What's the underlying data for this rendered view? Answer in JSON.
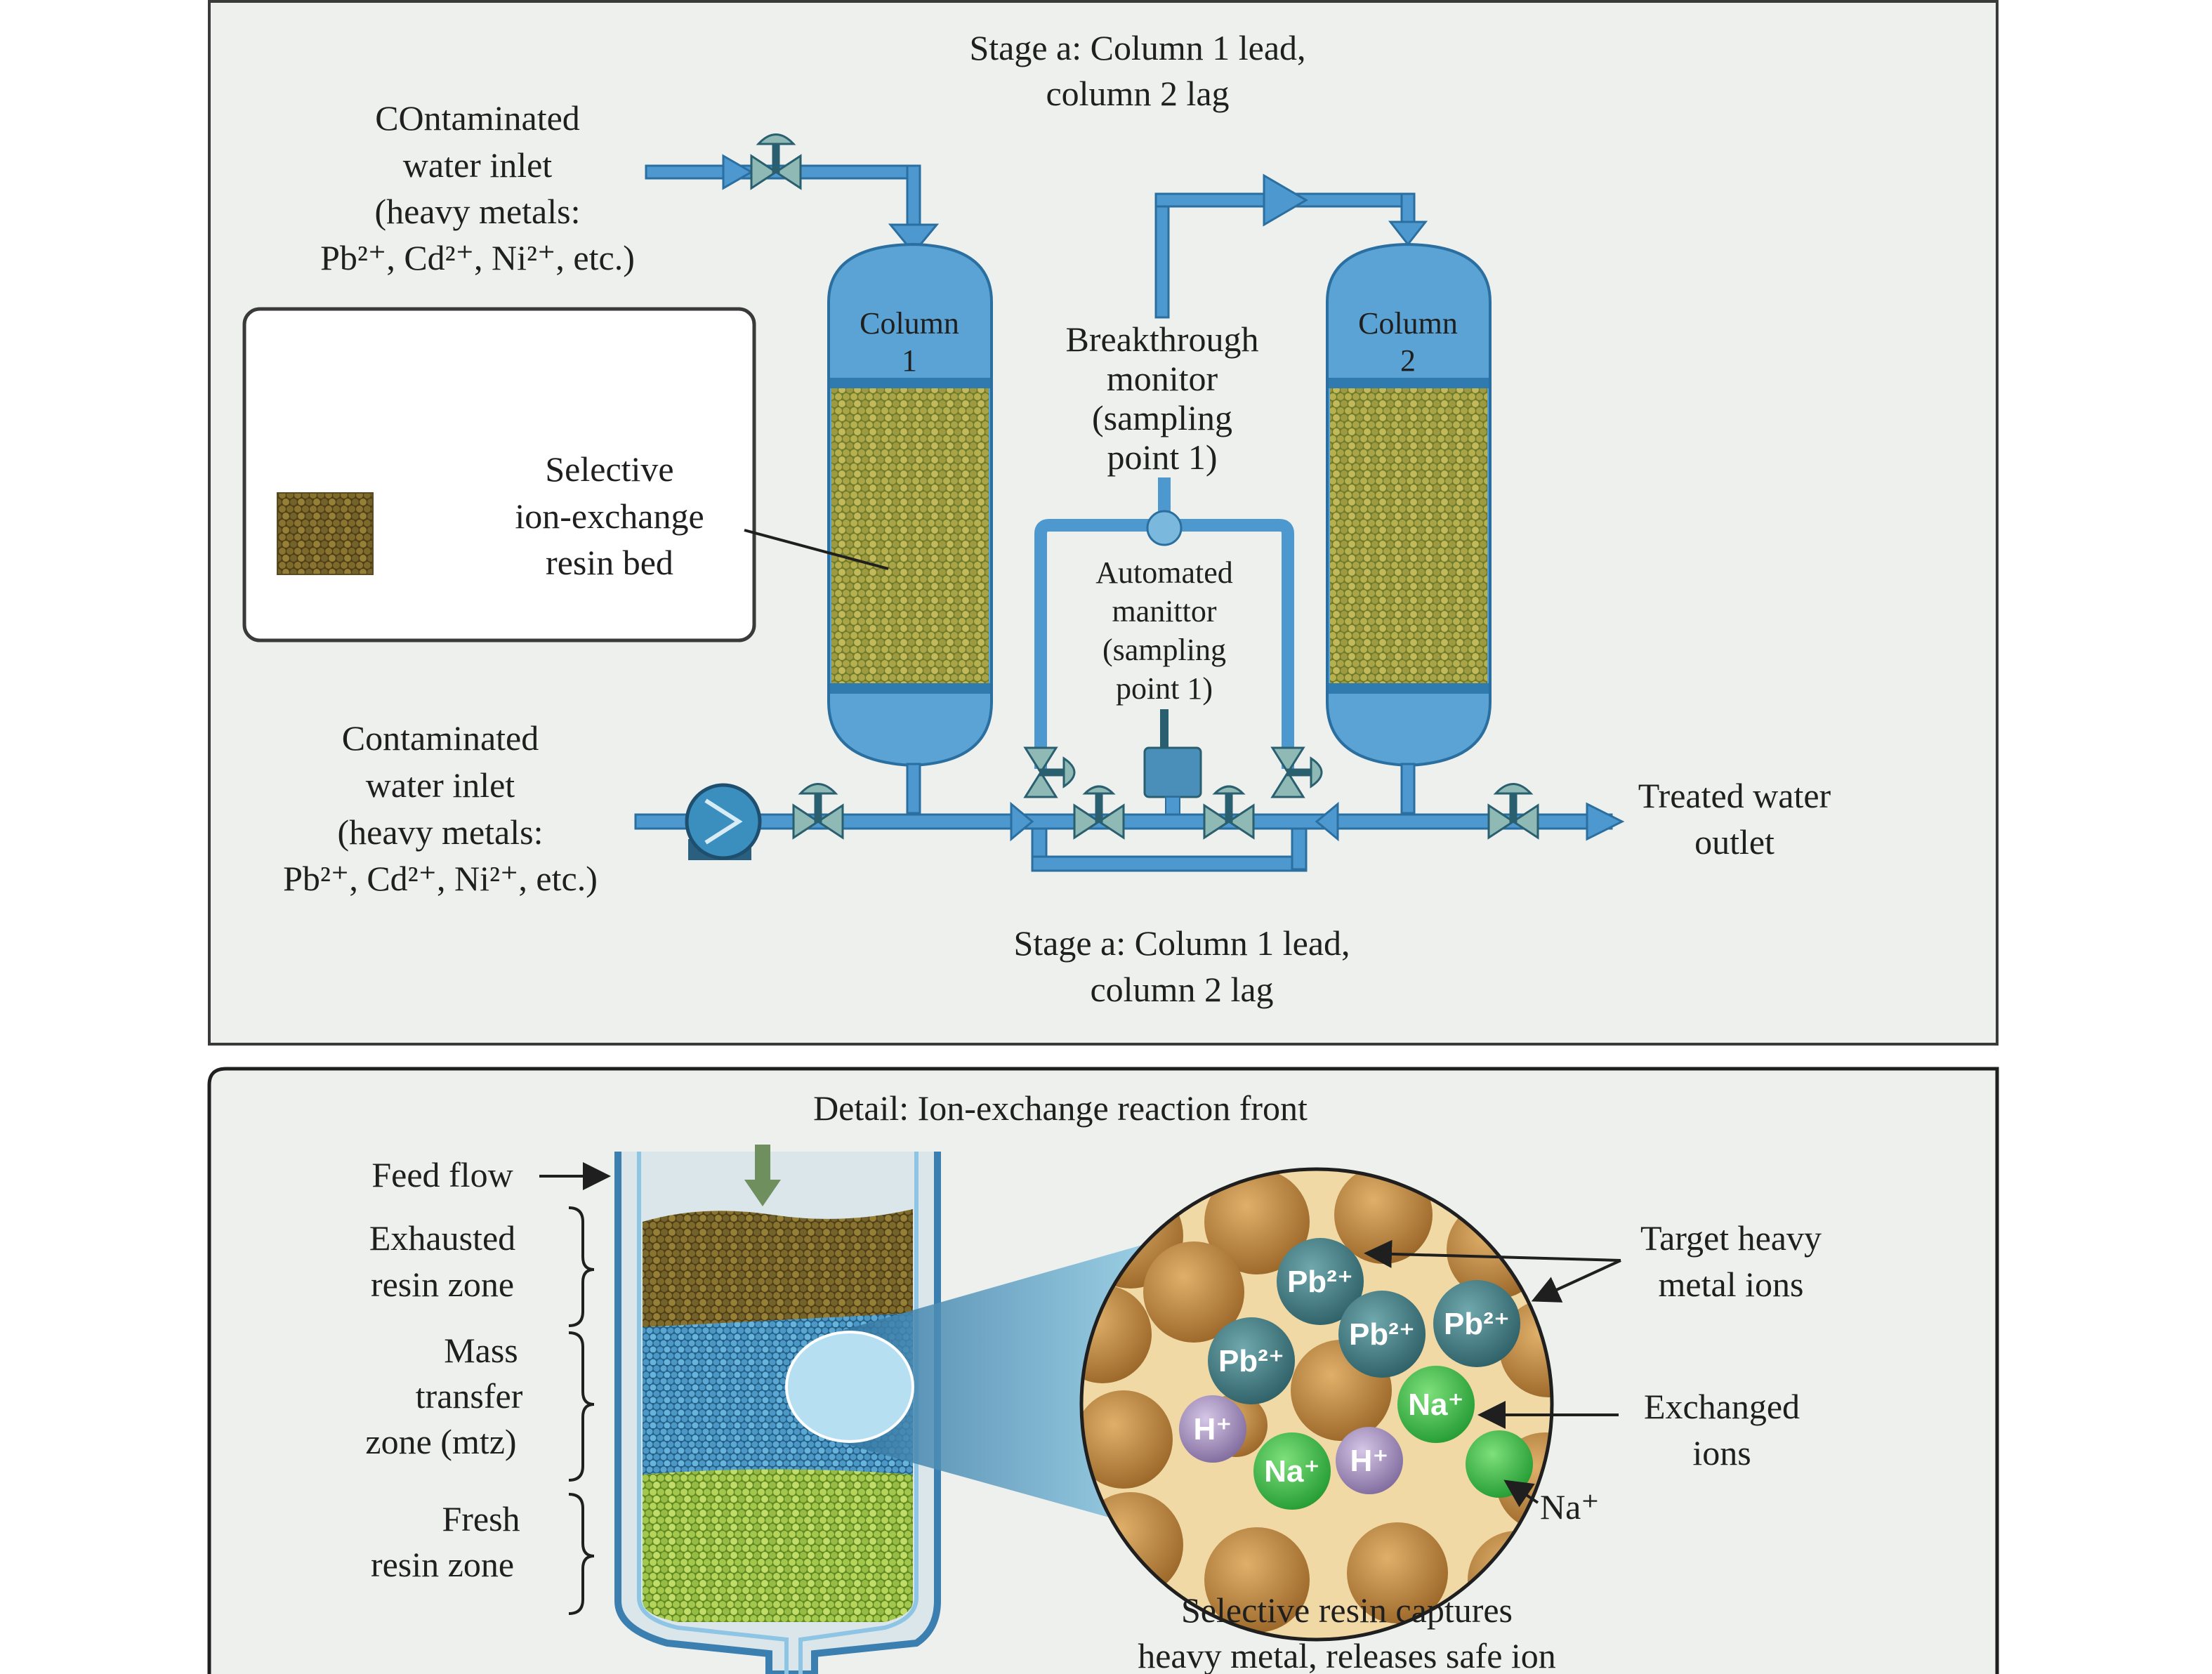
{
  "top_panel": {
    "stage_top": [
      "Stage a: Column 1 lead,",
      "column 2 lag"
    ],
    "inlet_top": [
      "COntaminated",
      "water inlet",
      "(heavy metals:",
      "Pb²⁺, Cd²⁺, Ni²⁺, etc.)"
    ],
    "inset_label": [
      "Selective",
      "ion-exchange",
      "resin bed"
    ],
    "column1": [
      "Column",
      "1"
    ],
    "column2": [
      "Column",
      "2"
    ],
    "breakthrough": [
      "Breakthrough",
      "monitor",
      "(sampling",
      "point 1)"
    ],
    "automated": [
      "Automated",
      "manittor",
      "(sampling",
      "point 1)"
    ],
    "inlet_bottom": [
      "Contaminated",
      "water inlet",
      "(heavy metals:",
      "Pb²⁺, Cd²⁺, Ni²⁺, etc.)"
    ],
    "outlet": [
      "Treated water",
      "outlet"
    ],
    "stage_bottom": [
      "Stage a: Column 1 lead,",
      "column 2 lag"
    ]
  },
  "bottom_panel": {
    "title": "Detail: Ion-exchange reaction front",
    "feed_flow": "Feed flow",
    "exhausted": [
      "Exhausted",
      "resin zone"
    ],
    "mtz": [
      "Mass",
      "transfer",
      "zone (mtz)"
    ],
    "fresh": [
      "Fresh",
      "resin zone"
    ],
    "target": [
      "Target heavy",
      "metal ions"
    ],
    "exchanged": [
      "Exchanged",
      "ions"
    ],
    "na_label": "Na⁺",
    "caption": [
      "Selective resin captures",
      "heavy metal, releases safe ion"
    ],
    "ions": {
      "pb": "Pb²⁺",
      "na": "Na⁺",
      "h": "H⁺"
    }
  },
  "colors": {
    "pipe": "#3f8fc4",
    "column_blue": "#4d98cf",
    "resin_green": "#8f9a3c",
    "resin_brown": "#7a6a2e",
    "mtz_blue": "#3b8fbf",
    "fresh_green": "#9fbf45",
    "ion_pb": "#3f7f86",
    "ion_na": "#3cae4a",
    "ion_h": "#9a86b5",
    "bead_brown": "#b8823f"
  }
}
